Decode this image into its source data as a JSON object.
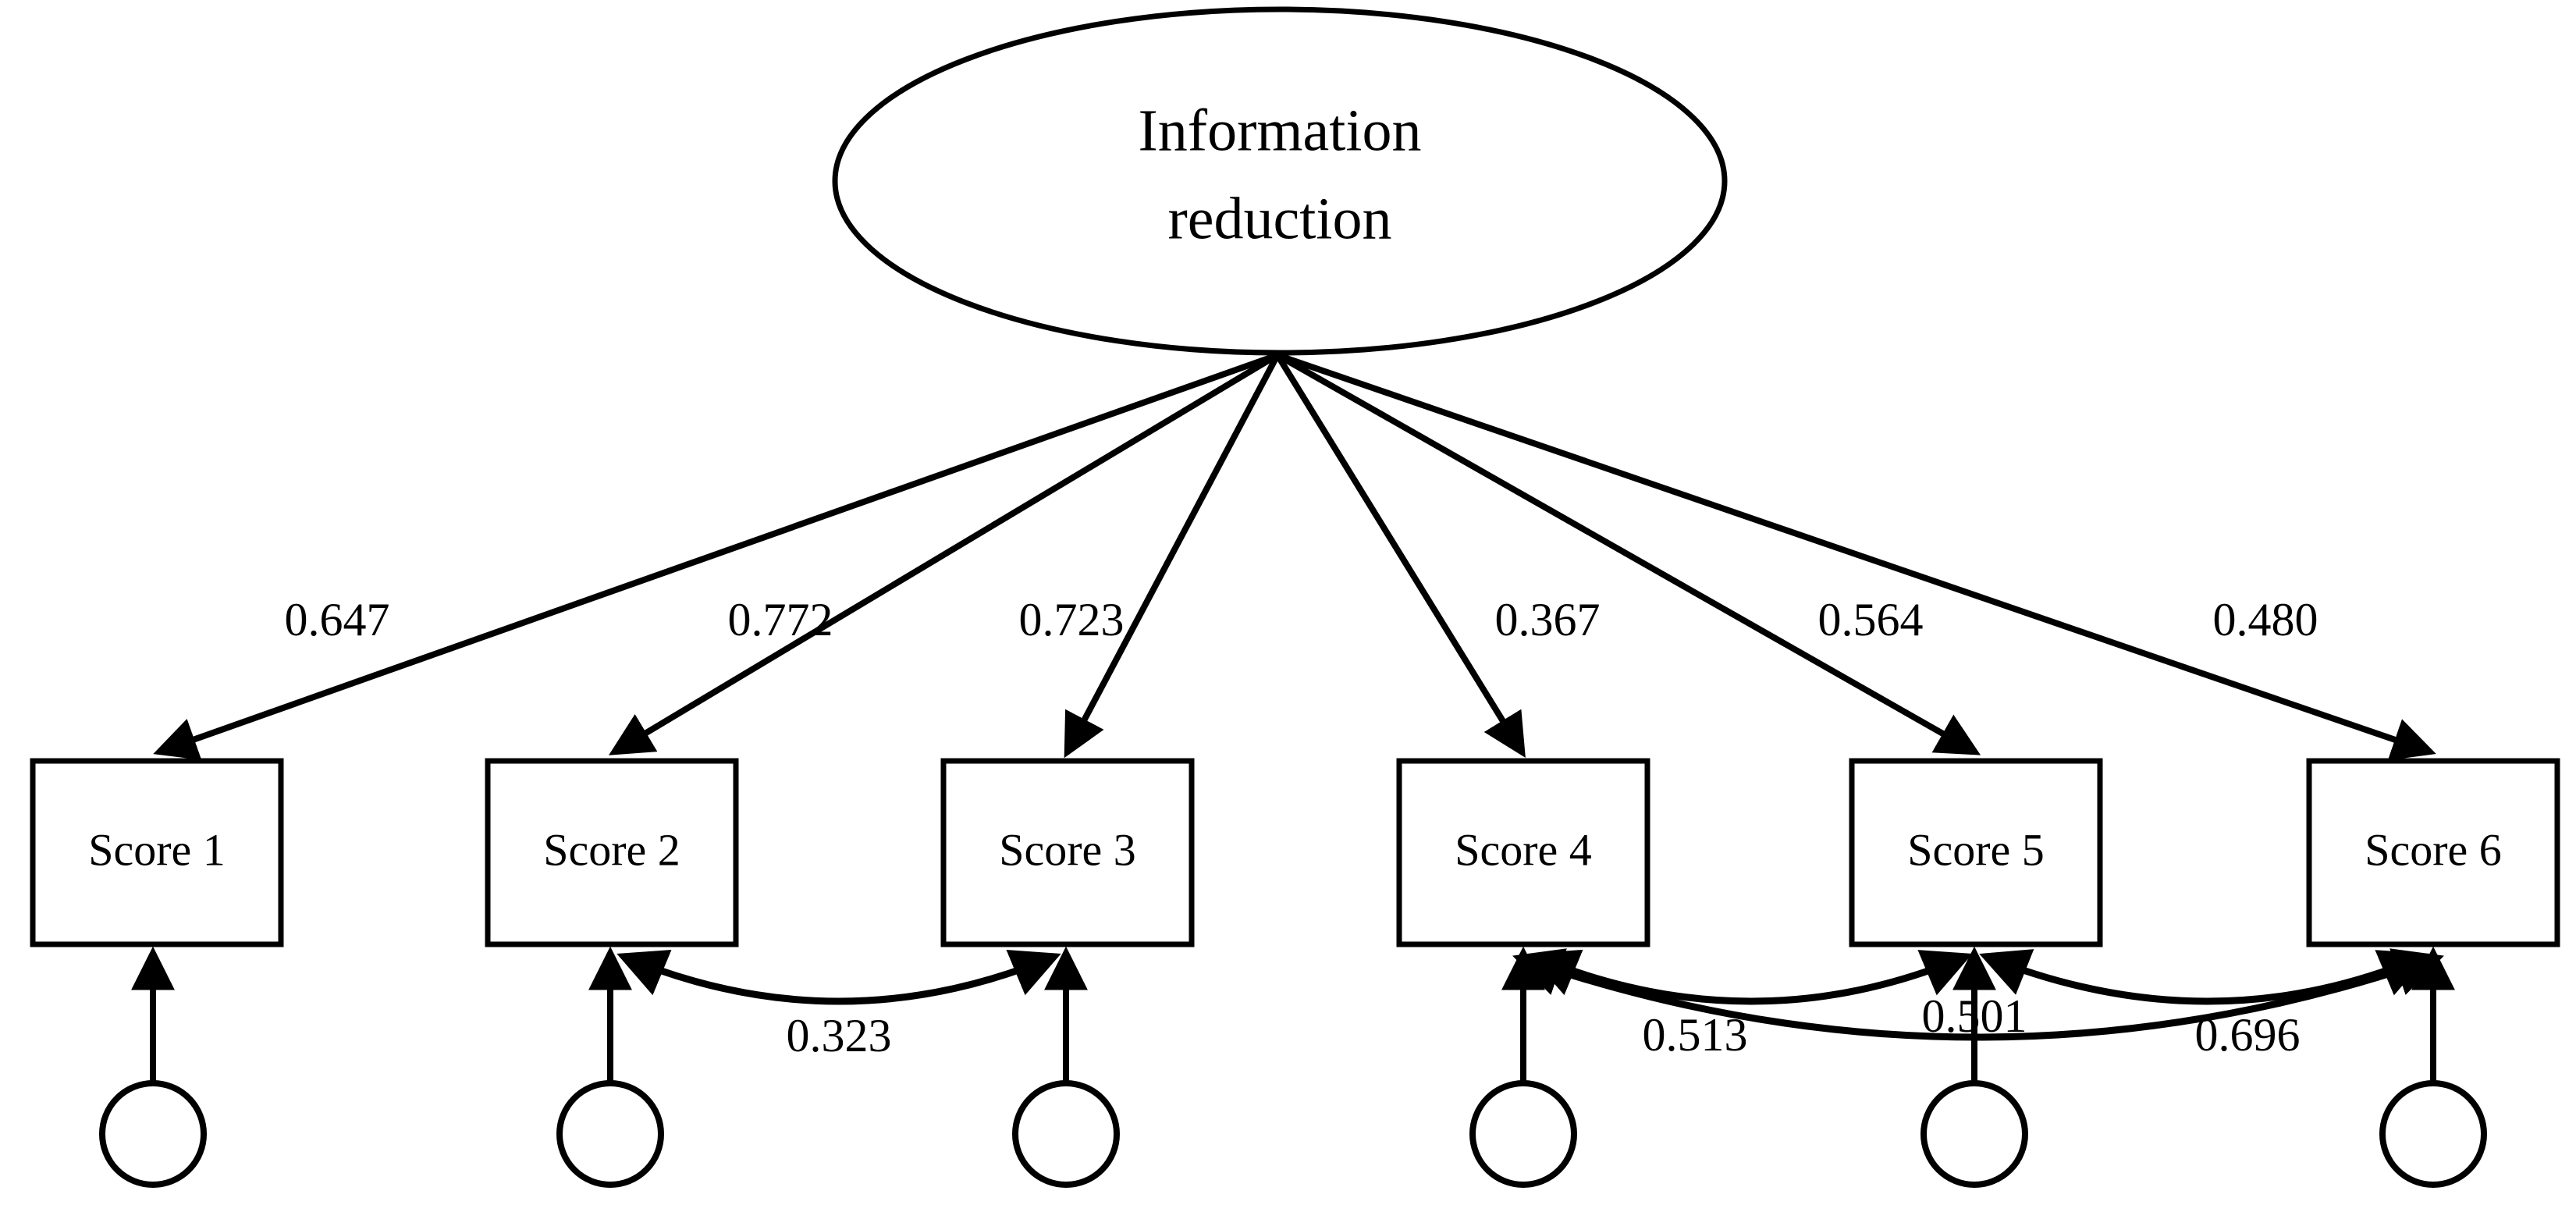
{
  "diagram": {
    "type": "sem-path-diagram",
    "latent_factor": {
      "label_line_1": "Information",
      "label_line_2": "reduction",
      "shape": "ellipse"
    },
    "indicators": [
      {
        "label": "Score 1",
        "loading": "0.647"
      },
      {
        "label": "Score 2",
        "loading": "0.772"
      },
      {
        "label": "Score 3",
        "loading": "0.723"
      },
      {
        "label": "Score 4",
        "loading": "0.367"
      },
      {
        "label": "Score 5",
        "loading": "0.564"
      },
      {
        "label": "Score 6",
        "loading": "0.480"
      }
    ],
    "correlated_residuals": [
      {
        "label": "0.323",
        "from": "Score 2",
        "to": "Score 3"
      },
      {
        "label": "0.513",
        "from": "Score 4",
        "to": "Score 6"
      },
      {
        "label": "0.501",
        "from": "Score 4",
        "to": "Score 5"
      },
      {
        "label": "0.696",
        "from": "Score 5",
        "to": "Score 6"
      }
    ],
    "colors": {
      "stroke": "#000000",
      "fill": "#ffffff",
      "text": "#000000"
    }
  }
}
